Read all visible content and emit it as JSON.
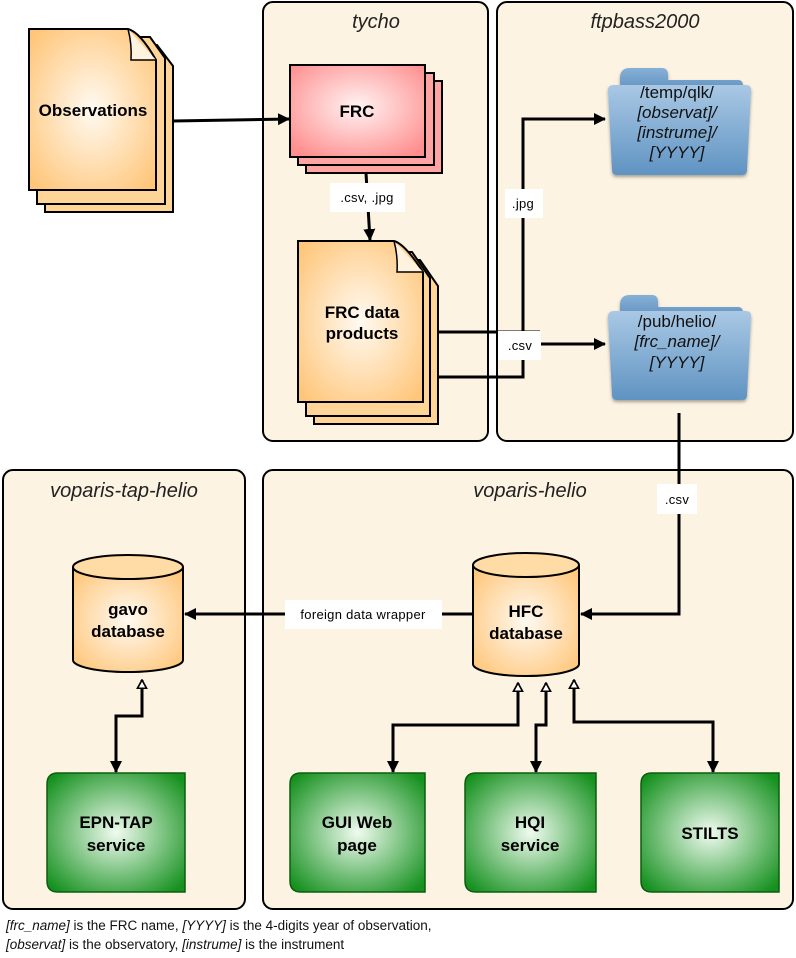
{
  "colors": {
    "group_fill": "#fdf3e3",
    "document_fill": "#ffd494",
    "frc_fill": "#ff9d9d",
    "folder_fill": "#7aa9d1",
    "service_fill": "#22952a",
    "database_fill": "#ffd494",
    "edge": "#000000"
  },
  "groups": {
    "tycho": "tycho",
    "ftpbass2000": "ftpbass2000",
    "voparis_tap_helio": "voparis-tap-helio",
    "voparis_helio": "voparis-helio"
  },
  "nodes": {
    "observations": "Observations",
    "frc": "FRC",
    "frc_products": [
      "FRC data",
      "products"
    ],
    "folder_qlk": [
      "/temp/qlk/",
      "[observat]/",
      "[instrume]/",
      "[YYYY]"
    ],
    "folder_helio": [
      "/pub/helio/",
      "[frc_name]/",
      "[YYYY]"
    ],
    "gavo_db": [
      "gavo",
      "database"
    ],
    "hfc_db": [
      "HFC",
      "database"
    ],
    "epn_tap": [
      "EPN-TAP",
      "service"
    ],
    "gui_web": [
      "GUI Web",
      "page"
    ],
    "hqi": [
      "HQI",
      "service"
    ],
    "stilts": "STILTS"
  },
  "edges": {
    "frc_to_products": ".csv, .jpg",
    "jpg": ".jpg",
    "csv_to_helio": ".csv",
    "csv_to_hfc": ".csv",
    "fdw": "foreign data wrapper"
  },
  "footnote": {
    "line1": [
      {
        "t": "[frc_name]",
        "i": true
      },
      {
        "t": " is the FRC name, ",
        "i": false
      },
      {
        "t": "[YYYY]",
        "i": true
      },
      {
        "t": " is the 4-digits year of observation,",
        "i": false
      }
    ],
    "line2": [
      {
        "t": "[observat]",
        "i": true
      },
      {
        "t": " is the observatory, ",
        "i": false
      },
      {
        "t": "[instrume]",
        "i": true
      },
      {
        "t": " is the instrument",
        "i": false
      }
    ]
  }
}
